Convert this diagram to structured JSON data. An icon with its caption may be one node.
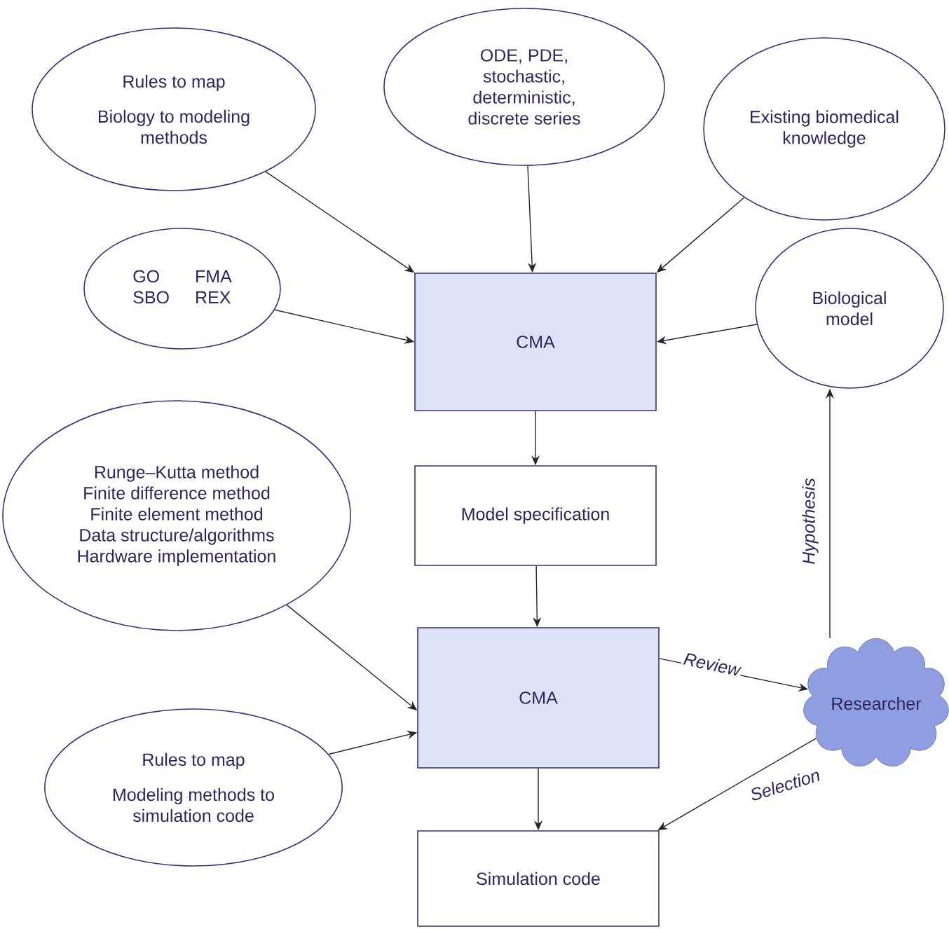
{
  "diagram": {
    "nodes": [
      {
        "text": [
          "Rules to map",
          "Biology to modeling methods"
        ]
      },
      {
        "text": [
          "ODE, PDE, stochastic, deterministic, discrete series"
        ]
      },
      {
        "text": [
          "Existing biomedical knowledge"
        ]
      },
      {
        "text": [
          "GO",
          "FMA",
          "SBO",
          "REX"
        ]
      },
      {
        "text": [
          "CMA"
        ]
      },
      {
        "text": [
          "Biological model"
        ]
      },
      {
        "text": [
          "Runge–Kutta method",
          "Finite difference method",
          "Finite element method",
          "Data structure/algorithms",
          "Hardware implementation"
        ]
      },
      {
        "text": [
          "Model specification"
        ]
      },
      {
        "text": [
          "CMA"
        ]
      },
      {
        "text": [
          "Researcher"
        ]
      },
      {
        "text": [
          "Rules to map",
          "Modeling methods to simulation code"
        ]
      },
      {
        "text": [
          "Simulation code"
        ]
      }
    ],
    "edges": [
      {
        "from": 0,
        "to": 4,
        "arrow": "to"
      },
      {
        "from": 1,
        "to": 4,
        "arrow": "to"
      },
      {
        "from": 2,
        "to": 4,
        "arrow": "to"
      },
      {
        "from": 3,
        "to": 4,
        "arrow": "to"
      },
      {
        "from": 5,
        "to": 4,
        "arrow": "to"
      },
      {
        "from": 4,
        "to": 7,
        "arrow": "to"
      },
      {
        "from": 6,
        "to": 8,
        "arrow": "to"
      },
      {
        "from": 10,
        "to": 8,
        "arrow": "to"
      },
      {
        "from": 7,
        "to": 8,
        "arrow": "to"
      },
      {
        "from": 8,
        "to": 9,
        "arrow": "to",
        "label": "Review"
      },
      {
        "from": 9,
        "to": 5,
        "arrow": "to",
        "label": "Hypothesis"
      },
      {
        "from": 9,
        "to": 11,
        "arrow": "to",
        "label": "Selection"
      },
      {
        "from": 8,
        "to": 11,
        "arrow": "to"
      }
    ]
  }
}
